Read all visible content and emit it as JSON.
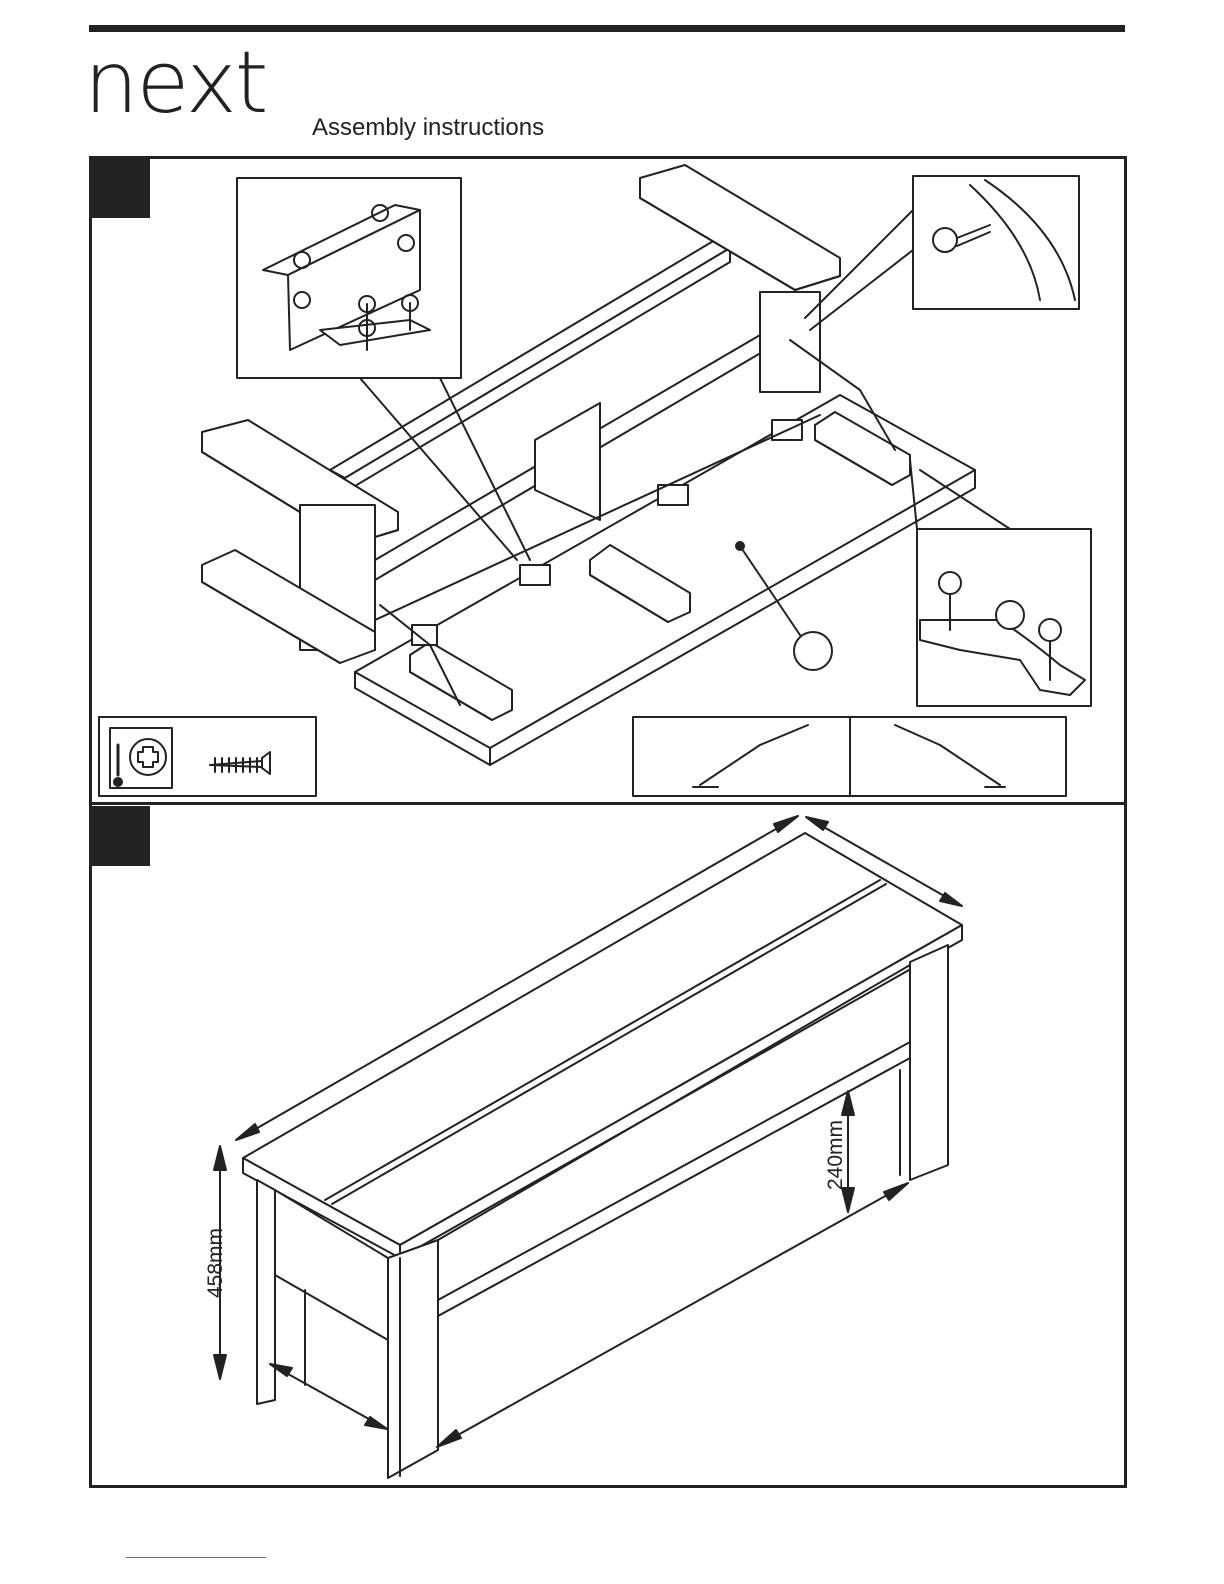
{
  "header": {
    "logo_text": "next",
    "subtitle": "Assembly instructions"
  },
  "steps": [
    {
      "number": ""
    },
    {
      "number": ""
    }
  ],
  "dimensions": {
    "height": "458mm",
    "leg_height": "240mm"
  },
  "tools": {
    "driver_icon": "phillips-screwdriver-icon",
    "screw_icon": "screw-icon"
  }
}
